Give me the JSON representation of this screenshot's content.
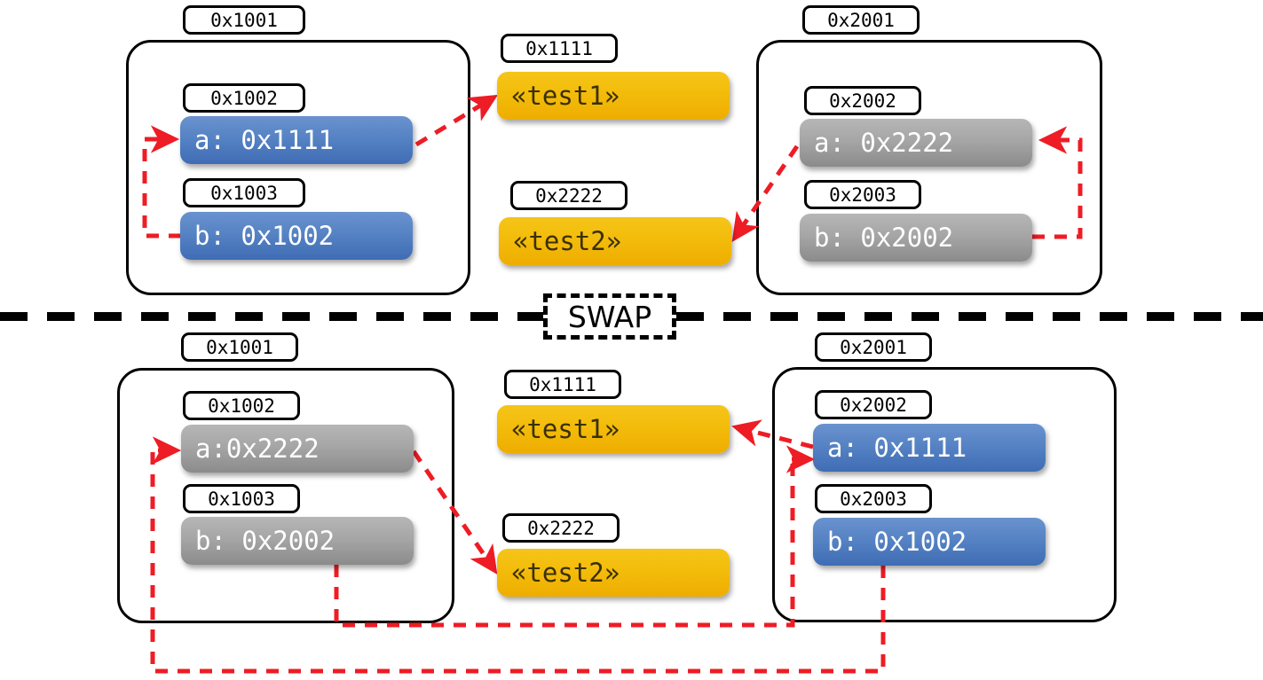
{
  "diagram": {
    "title": "SWAP",
    "divider_label": "SWAP",
    "colors": {
      "blue": "#5683c4",
      "gray": "#a6a6a6",
      "yellow": "#f3bc0b",
      "arrow": "#ee1c25",
      "outline": "#000000"
    }
  },
  "before": {
    "left_region": {
      "address": "0x1001",
      "slots": [
        {
          "address": "0x1002",
          "text": "a: 0x1111",
          "color": "blue"
        },
        {
          "address": "0x1003",
          "text": "b: 0x1002",
          "color": "blue"
        }
      ]
    },
    "heap": [
      {
        "address": "0x1111",
        "text": "«test1»",
        "color": "yellow"
      },
      {
        "address": "0x2222",
        "text": "«test2»",
        "color": "yellow"
      }
    ],
    "right_region": {
      "address": "0x2001",
      "slots": [
        {
          "address": "0x2002",
          "text": "a: 0x2222",
          "color": "gray"
        },
        {
          "address": "0x2003",
          "text": "b: 0x2002",
          "color": "gray"
        }
      ]
    }
  },
  "after": {
    "left_region": {
      "address": "0x1001",
      "slots": [
        {
          "address": "0x1002",
          "text": "a:0x2222",
          "color": "gray"
        },
        {
          "address": "0x1003",
          "text": "b: 0x2002",
          "color": "gray"
        }
      ]
    },
    "heap": [
      {
        "address": "0x1111",
        "text": "«test1»",
        "color": "yellow"
      },
      {
        "address": "0x2222",
        "text": "«test2»",
        "color": "yellow"
      }
    ],
    "right_region": {
      "address": "0x2001",
      "slots": [
        {
          "address": "0x2002",
          "text": "a: 0x1111",
          "color": "blue"
        },
        {
          "address": "0x2003",
          "text": "b: 0x1002",
          "color": "blue"
        }
      ]
    }
  }
}
